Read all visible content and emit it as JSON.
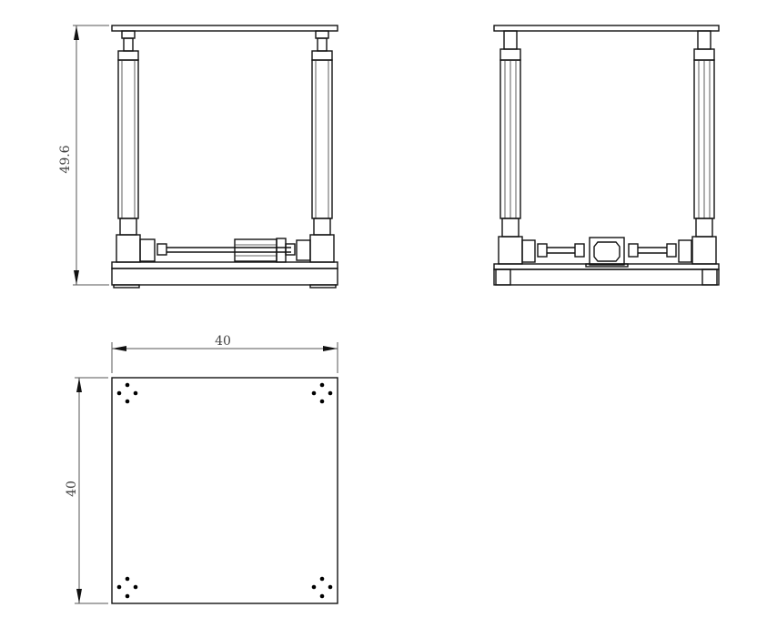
{
  "drawing": {
    "front_view": {
      "height_dimension": "49.6"
    },
    "side_view": {},
    "bottom_view": {
      "width_dimension": "40",
      "depth_dimension": "40",
      "hole_groups": 4,
      "holes_per_group": 4
    }
  },
  "colors": {
    "line": "#111111",
    "dimension": "#555555",
    "background": "#ffffff"
  }
}
